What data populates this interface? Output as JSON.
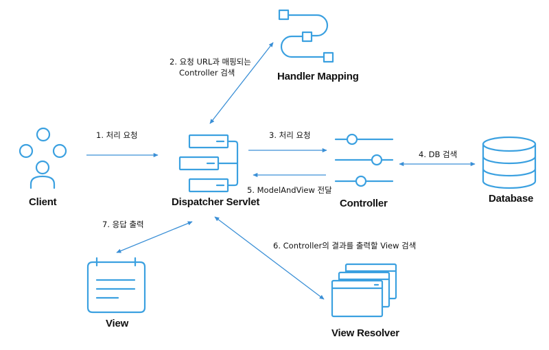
{
  "colors": {
    "icon": "#3aa0e0",
    "arrow": "#3a8fd6",
    "text": "#111111"
  },
  "nodes": {
    "client": {
      "label": "Client",
      "icon": "users-icon"
    },
    "dispatcher": {
      "label": "Dispatcher Servlet",
      "icon": "server-stack-icon"
    },
    "handler_mapping": {
      "label": "Handler Mapping",
      "icon": "flow-path-icon"
    },
    "controller": {
      "label": "Controller",
      "icon": "sliders-icon"
    },
    "database": {
      "label": "Database",
      "icon": "database-icon"
    },
    "view": {
      "label": "View",
      "icon": "document-icon"
    },
    "view_resolver": {
      "label": "View Resolver",
      "icon": "windows-icon"
    }
  },
  "edges": {
    "step1": "1. 처리 요청",
    "step2_line1": "2. 요청 URL과 매핑되는",
    "step2_line2": "Controller 검색",
    "step3": "3. 처리 요청",
    "step4": "4. DB 검색",
    "step5": "5. ModelAndView 전달",
    "step6": "6. Controller의 결과를 출력할 View 검색",
    "step7": "7. 응답 출력"
  }
}
